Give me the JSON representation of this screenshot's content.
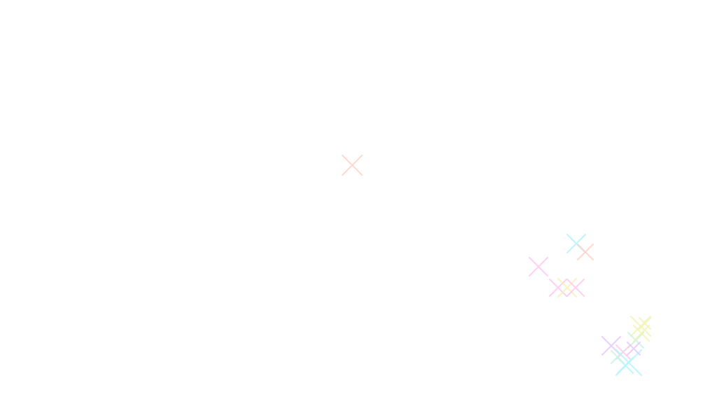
{
  "background_color": "#ffffff",
  "sparkle_palette": {
    "pink": "#ffc8f0",
    "peach": "#ffd2c8",
    "cyan": "#b4f4ff",
    "yellow": "#f4f4b4",
    "lavender": "#e6c8ff",
    "mint": "#c8f4e0"
  },
  "sparkles": [
    {
      "color": "peach"
    },
    {
      "color": "cyan"
    },
    {
      "color": "peach"
    },
    {
      "color": "pink"
    },
    {
      "color": "pink"
    },
    {
      "color": "yellow"
    },
    {
      "color": "pink"
    },
    {
      "color": "lavender"
    },
    {
      "color": "cyan"
    },
    {
      "color": "yellow"
    },
    {
      "color": "mint"
    },
    {
      "color": "pink"
    },
    {
      "color": "yellow"
    },
    {
      "color": "cyan"
    },
    {
      "color": "mint"
    },
    {
      "color": "lavender"
    },
    {
      "color": "yellow"
    }
  ]
}
